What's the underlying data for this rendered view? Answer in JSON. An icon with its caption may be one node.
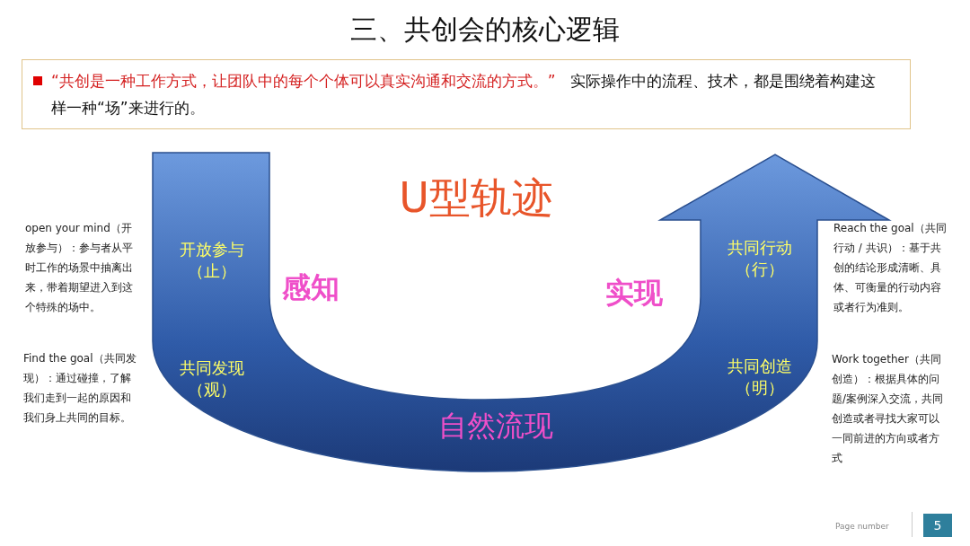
{
  "diagram": {
    "title": "三、共创会的核心逻辑",
    "nodes": [
      {
        "text": [
          "“共创是一种工作方式，让团队中的每个个体可以真实沟通和交流的方式。”",
          "实际操作中的流程、技术，都是围绕着构建这样一种“场”来进行的。"
        ]
      }
    ],
    "labels": [
      "U型轨迹",
      "open your mind（开放参与）：参与者从平时工作的场景中抽离出来，带着期望进入到这个特殊的场中。",
      "开放参与（止）",
      "感知",
      "实现",
      "共同行动（行）",
      "Reach the goal（共同行动 / 共识）：基于共创的结论形成清晰、具体、可衡量的行动内容或者行为准则。",
      "Find the goal（共同发现）：通过碰撞，了解我们走到一起的原因和我们身上共同的目标。",
      "共同发现（观）",
      "共同创造（明）",
      "Work together（共同创造）：根据具体的问题/案例深入交流，共同创造或者寻找大家可以一同前进的方向或者方式",
      "自然流现",
      "Page number",
      "5"
    ]
  }
}
